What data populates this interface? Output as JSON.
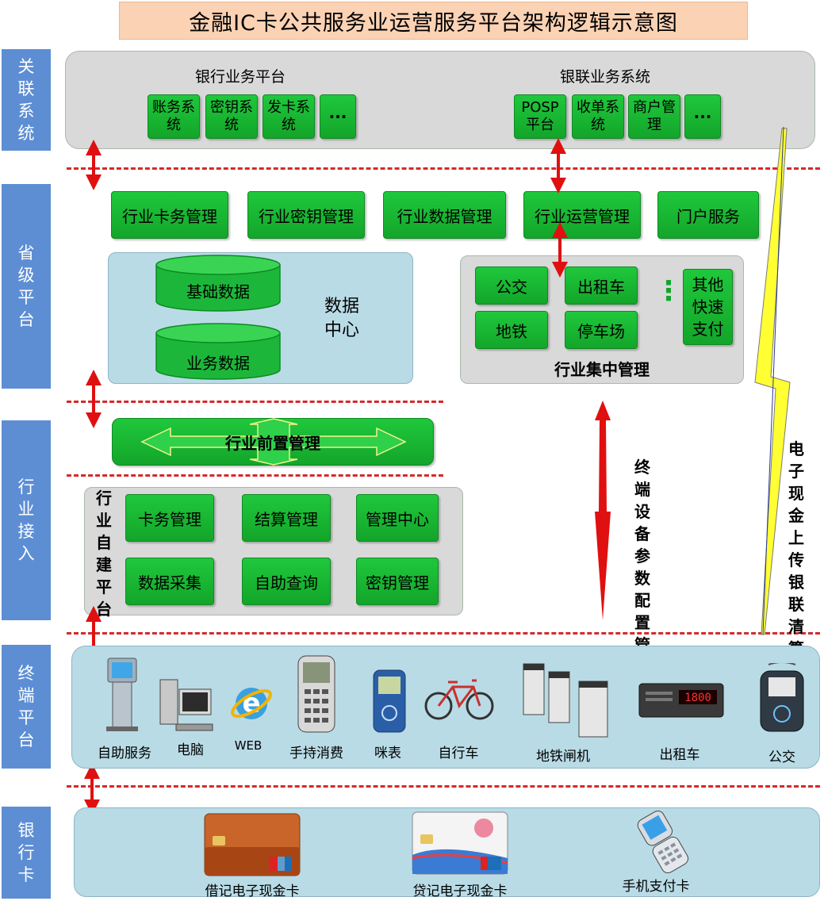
{
  "title": "金融IC卡公共服务业运营服务平台架构逻辑示意图",
  "layers": {
    "related": "关联系统",
    "provincial": "省级平台",
    "industry_access": "行业接入",
    "terminal": "终端平台",
    "bank_card": "银行卡"
  },
  "related": {
    "bank_platform": {
      "title": "银行业务平台",
      "items": [
        "账务系统",
        "密钥系统",
        "发卡系统",
        "···"
      ]
    },
    "unionpay": {
      "title": "银联业务系统",
      "items": [
        "POSP平台",
        "收单系统",
        "商户管理",
        "···"
      ]
    }
  },
  "provincial": {
    "top_modules": [
      "行业卡务管理",
      "行业密钥管理",
      "行业数据管理",
      "行业运营管理",
      "门户服务"
    ],
    "data_center": {
      "label": "数据中心",
      "db1": "基础数据",
      "db2": "业务数据"
    },
    "industry_mgmt": {
      "title": "行业集中管理",
      "items": [
        "公交",
        "出租车",
        "地铁",
        "停车场"
      ],
      "dots": "⋮",
      "other": "其他快速支付"
    }
  },
  "industry_access": {
    "front": "行业前置管理",
    "self_built": {
      "label": "行业自建平台",
      "items": [
        "卡务管理",
        "结算管理",
        "管理中心",
        "数据采集",
        "自助查询",
        "密钥管理"
      ]
    }
  },
  "side_labels": {
    "terminal_param": "终端设备参数配置管理",
    "cash_upload": "电子现金上传银联清算渠道"
  },
  "terminals": [
    "自助服务",
    "电脑",
    "WEB",
    "手持消费",
    "咪表",
    "自行车",
    "地铁闸机",
    "出租车",
    "公交"
  ],
  "taxi_meter_display": "1800",
  "bank_cards": [
    "借记电子现金卡",
    "贷记电子现金卡",
    "手机支付卡"
  ],
  "colors": {
    "layer_label": "#5d8ed4",
    "green_box": "#1fc83c",
    "panel_gray": "#d9d9d9",
    "panel_blue": "#b9dbe6",
    "red_arrow": "#e01010",
    "lightning": "#ffff33"
  }
}
